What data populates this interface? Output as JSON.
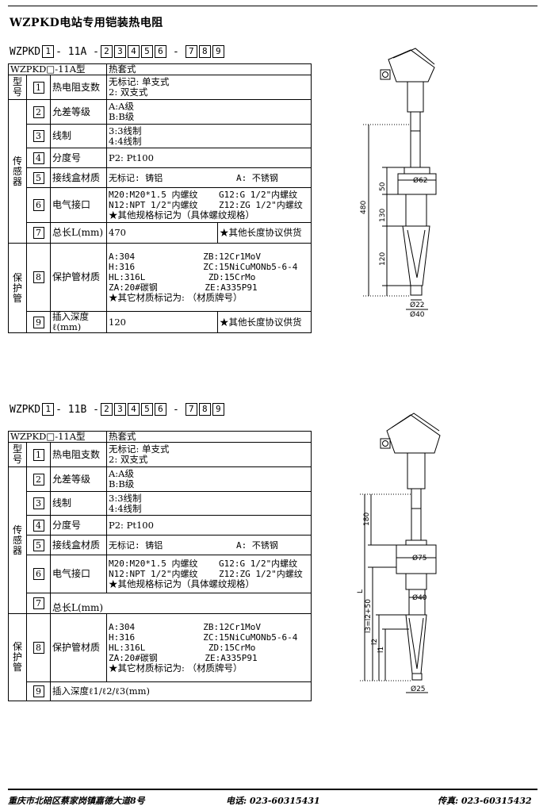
{
  "title": "WZPKD电站专用铠装热电阻",
  "code_a": {
    "prefix": "WZPKD",
    "mid": "- 11A -",
    "dash": "-",
    "boxes": [
      "1",
      "2",
      "3",
      "4",
      "5",
      "6",
      "7",
      "8",
      "9"
    ]
  },
  "code_b": {
    "prefix": "WZPKD",
    "mid": "- 11B -",
    "dash": "-",
    "boxes": [
      "1",
      "2",
      "3",
      "4",
      "5",
      "6",
      "7",
      "8",
      "9"
    ]
  },
  "table_a": {
    "header_left": "WZPKD□-11A型",
    "header_right": "热套式",
    "cat_type": "型\n号",
    "cat_sensor": "传\n感\n器",
    "cat_tube": "保\n护\n管",
    "rows": [
      {
        "num": "1",
        "name": "热电阻支数",
        "opts": [
          "无标记:  单支式",
          "2: 双支式"
        ]
      },
      {
        "num": "2",
        "name": "允差等级",
        "opts": [
          "A:A级",
          "B:B级"
        ]
      },
      {
        "num": "3",
        "name": "线制",
        "opts": [
          "3:3线制",
          "4:4线制"
        ]
      },
      {
        "num": "4",
        "name": "分度号",
        "opts": [
          "P2: Pt100"
        ]
      },
      {
        "num": "5",
        "name": "接线盒材质",
        "opts": [
          "无标记: 铸铝              A: 不锈钢"
        ]
      },
      {
        "num": "6",
        "name": "电气接口",
        "opts": [
          "M20:M20*1.5 内螺纹    G12:G 1/2\"内螺纹",
          "N12:NPT 1/2\"内螺纹    Z12:ZG 1/2\"内螺纹",
          "★其他规格标记为（具体螺纹规格）"
        ]
      },
      {
        "num": "7",
        "name": "总长L(mm)",
        "val": "470",
        "note": "★其他长度协议供货"
      },
      {
        "num": "8",
        "name": "保护管材质",
        "opts": [
          "A:304             ZB:12Cr1MoV",
          "H:316             ZC:15NiCuMONb5-6-4",
          "HL:316L            ZD:15CrMo",
          "ZA:20#碳钢         ZE:A335P91",
          "★其它材质标记为: （材质牌号）"
        ]
      },
      {
        "num": "9",
        "name": "插入深度ℓ(mm)",
        "val": "120",
        "note": "★其他长度协议供货"
      }
    ]
  },
  "table_b": {
    "header_left": "WZPKD□-11A型",
    "header_right": "热套式",
    "cat_type": "型\n号",
    "cat_sensor": "传\n感\n器",
    "cat_tube": "保\n护\n管",
    "rows": [
      {
        "num": "1",
        "name": "热电阻支数",
        "opts": [
          "无标记:  单支式",
          "2: 双支式"
        ]
      },
      {
        "num": "2",
        "name": "允差等级",
        "opts": [
          "A:A级",
          "B:B级"
        ]
      },
      {
        "num": "3",
        "name": "线制",
        "opts": [
          "3:3线制",
          "4:4线制"
        ]
      },
      {
        "num": "4",
        "name": "分度号",
        "opts": [
          "P2: Pt100"
        ]
      },
      {
        "num": "5",
        "name": "接线盒材质",
        "opts": [
          "无标记: 铸铝              A: 不锈钢"
        ]
      },
      {
        "num": "6",
        "name": "电气接口",
        "opts": [
          "M20:M20*1.5 内螺纹    G12:G 1/2\"内螺纹",
          "N12:NPT 1/2\"内螺纹    Z12:ZG 1/2\"内螺纹",
          "★其他规格标记为（具体螺纹规格）"
        ]
      },
      {
        "num": "7",
        "name": "总长L(mm)"
      },
      {
        "num": "8",
        "name": "保护管材质",
        "opts": [
          "A:304             ZB:12Cr1MoV",
          "H:316             ZC:15NiCuMONb5-6-4",
          "HL:316L            ZD:15CrMo",
          "ZA:20#碳钢         ZE:A335P91",
          "★其它材质标记为: （材质牌号）"
        ]
      },
      {
        "num": "9",
        "name": "插入深度ℓ1/ℓ2/ℓ3(mm)"
      }
    ]
  },
  "drawing_a": {
    "d62": "Ø62",
    "d22": "Ø22",
    "d40": "Ø40",
    "l480": "480",
    "l50": "50",
    "l130": "130",
    "l120": "120"
  },
  "drawing_b": {
    "d75": "Ø75",
    "d40": "Ø40",
    "d25": "Ø25",
    "l180": "180",
    "lL": "L",
    "l13": "l3=l2+50",
    "l12": "l2",
    "l11": "l1"
  },
  "footer": {
    "address": "重庆市北碚区蔡家岗镇嘉德大道8号",
    "phone": "电话: 023-60315431",
    "fax": "传真: 023-60315432"
  }
}
